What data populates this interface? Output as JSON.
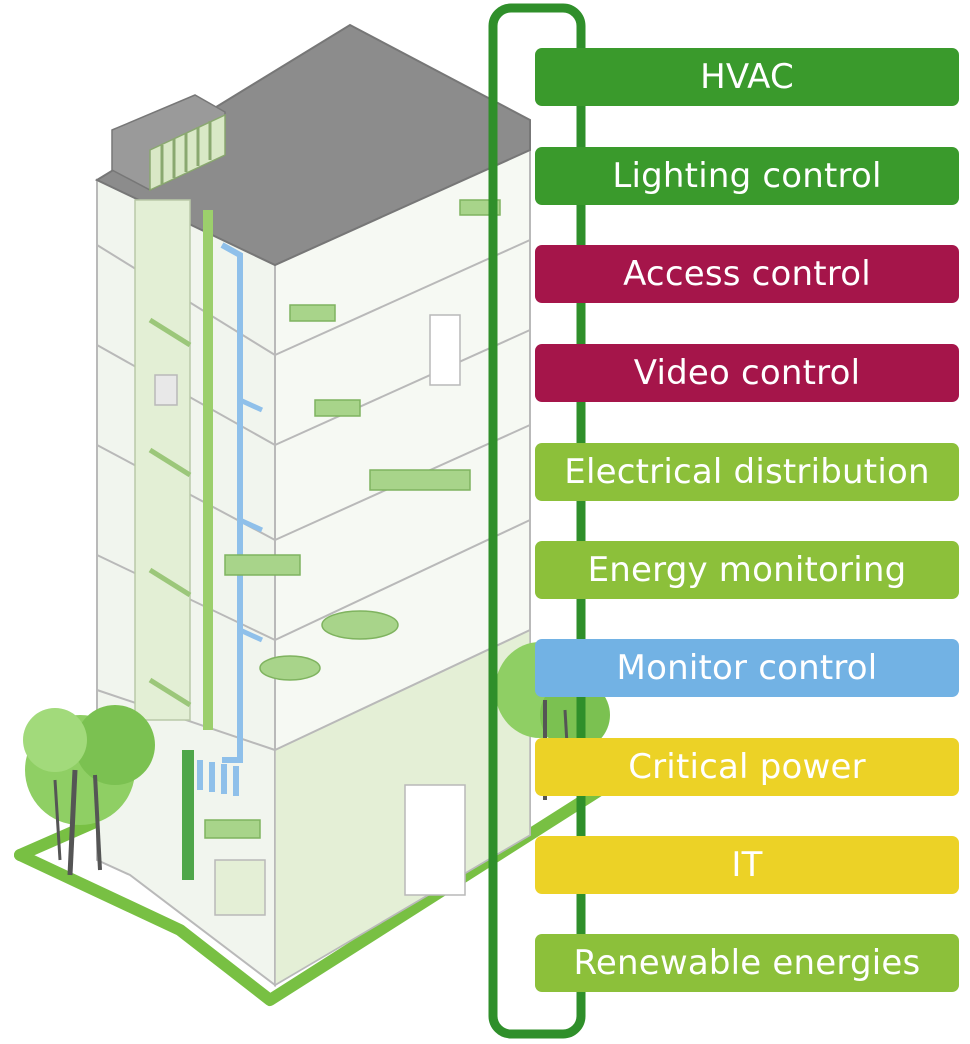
{
  "colors": {
    "dark_green": "#3a9a2c",
    "maroon": "#a5154a",
    "light_green": "#8cc03a",
    "blue": "#72b2e4",
    "yellow": "#ecd226",
    "frame_green": "#2f8f2a",
    "ground_green": "#78c043",
    "building_gray": "#8c8c8c",
    "wall": "#eef3ea"
  },
  "systems": [
    {
      "label": "HVAC",
      "color": "dark_green"
    },
    {
      "label": "Lighting control",
      "color": "dark_green"
    },
    {
      "label": "Access control",
      "color": "maroon"
    },
    {
      "label": "Video control",
      "color": "maroon"
    },
    {
      "label": "Electrical distribution",
      "color": "light_green"
    },
    {
      "label": "Energy monitoring",
      "color": "light_green"
    },
    {
      "label": "Monitor control",
      "color": "blue"
    },
    {
      "label": "Critical power",
      "color": "yellow"
    },
    {
      "label": "IT",
      "color": "yellow"
    },
    {
      "label": "Renewable energies",
      "color": "light_green"
    }
  ]
}
